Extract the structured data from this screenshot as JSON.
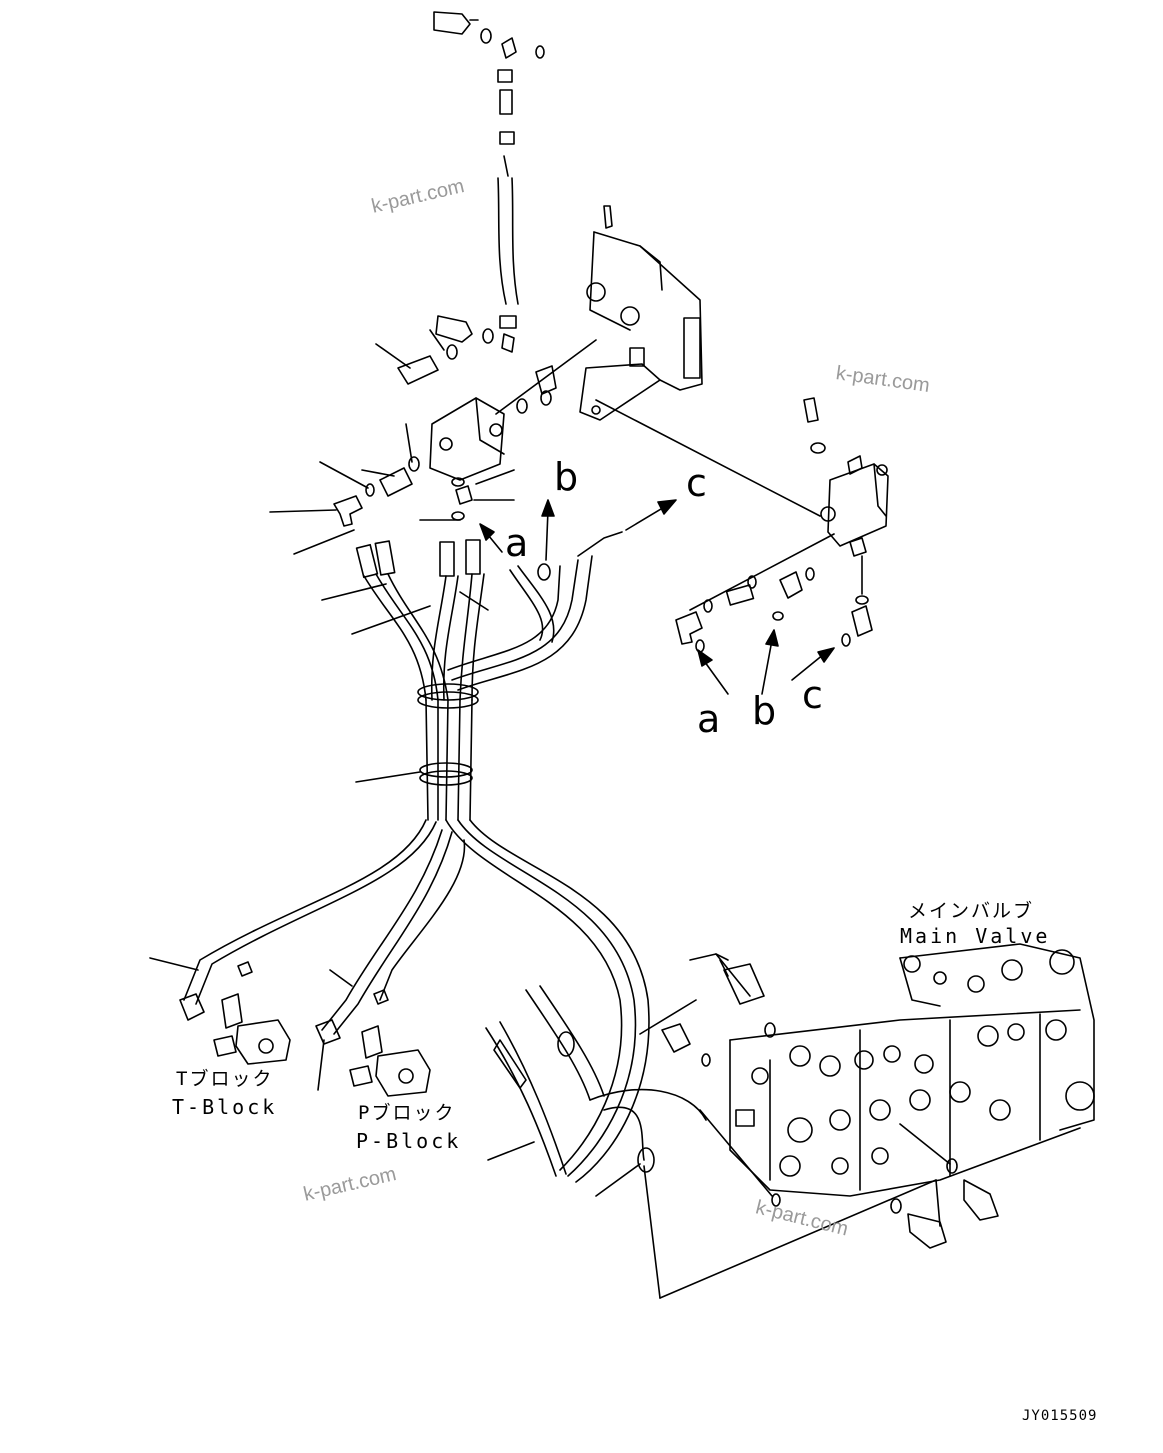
{
  "callouts": {
    "a_top": "a",
    "b_top": "b",
    "c_top": "c",
    "a_bottom": "a",
    "b_bottom": "b",
    "c_bottom": "c"
  },
  "main_valve": {
    "jp": "メインバルブ",
    "en": "Main Valve"
  },
  "t_block": {
    "jp": "Tブロック",
    "en": "T-Block"
  },
  "p_block": {
    "jp": "Pブロック",
    "en": "P-Block"
  },
  "watermarks": [
    "k-part.com",
    "k-part.com",
    "k-part.com",
    "k-part.com"
  ],
  "drawing_code": "JY015509"
}
